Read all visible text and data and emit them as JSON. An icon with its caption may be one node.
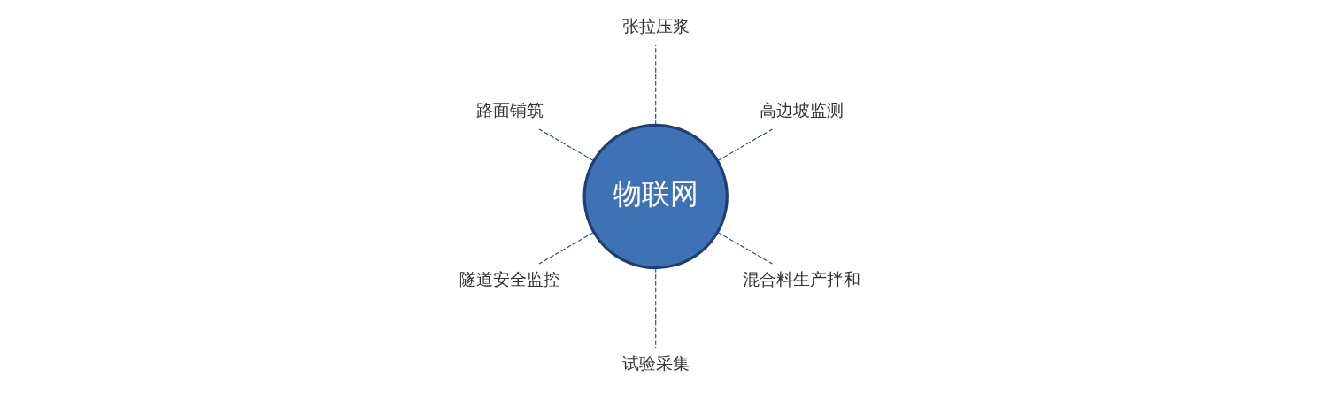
{
  "diagram": {
    "nodes": [
      {
        "text": [
          "物联网"
        ]
      },
      {
        "text": [
          "高边坡监测"
        ]
      },
      {
        "text": [
          "张拉压浆"
        ]
      },
      {
        "text": [
          "路面铺筑"
        ]
      },
      {
        "text": [
          "隧道安全监控"
        ]
      },
      {
        "text": [
          "试验采集"
        ]
      },
      {
        "text": [
          "混合料生产拌和"
        ]
      }
    ],
    "edges": [
      {
        "from": 0,
        "to": 1,
        "arrow": "none",
        "style": "dashed"
      },
      {
        "from": 0,
        "to": 2,
        "arrow": "none",
        "style": "dashed"
      },
      {
        "from": 0,
        "to": 3,
        "arrow": "none",
        "style": "dashed"
      },
      {
        "from": 0,
        "to": 4,
        "arrow": "none",
        "style": "dashed"
      },
      {
        "from": 0,
        "to": 5,
        "arrow": "none",
        "style": "dashed"
      },
      {
        "from": 0,
        "to": 6,
        "arrow": "none",
        "style": "dashed"
      }
    ]
  }
}
